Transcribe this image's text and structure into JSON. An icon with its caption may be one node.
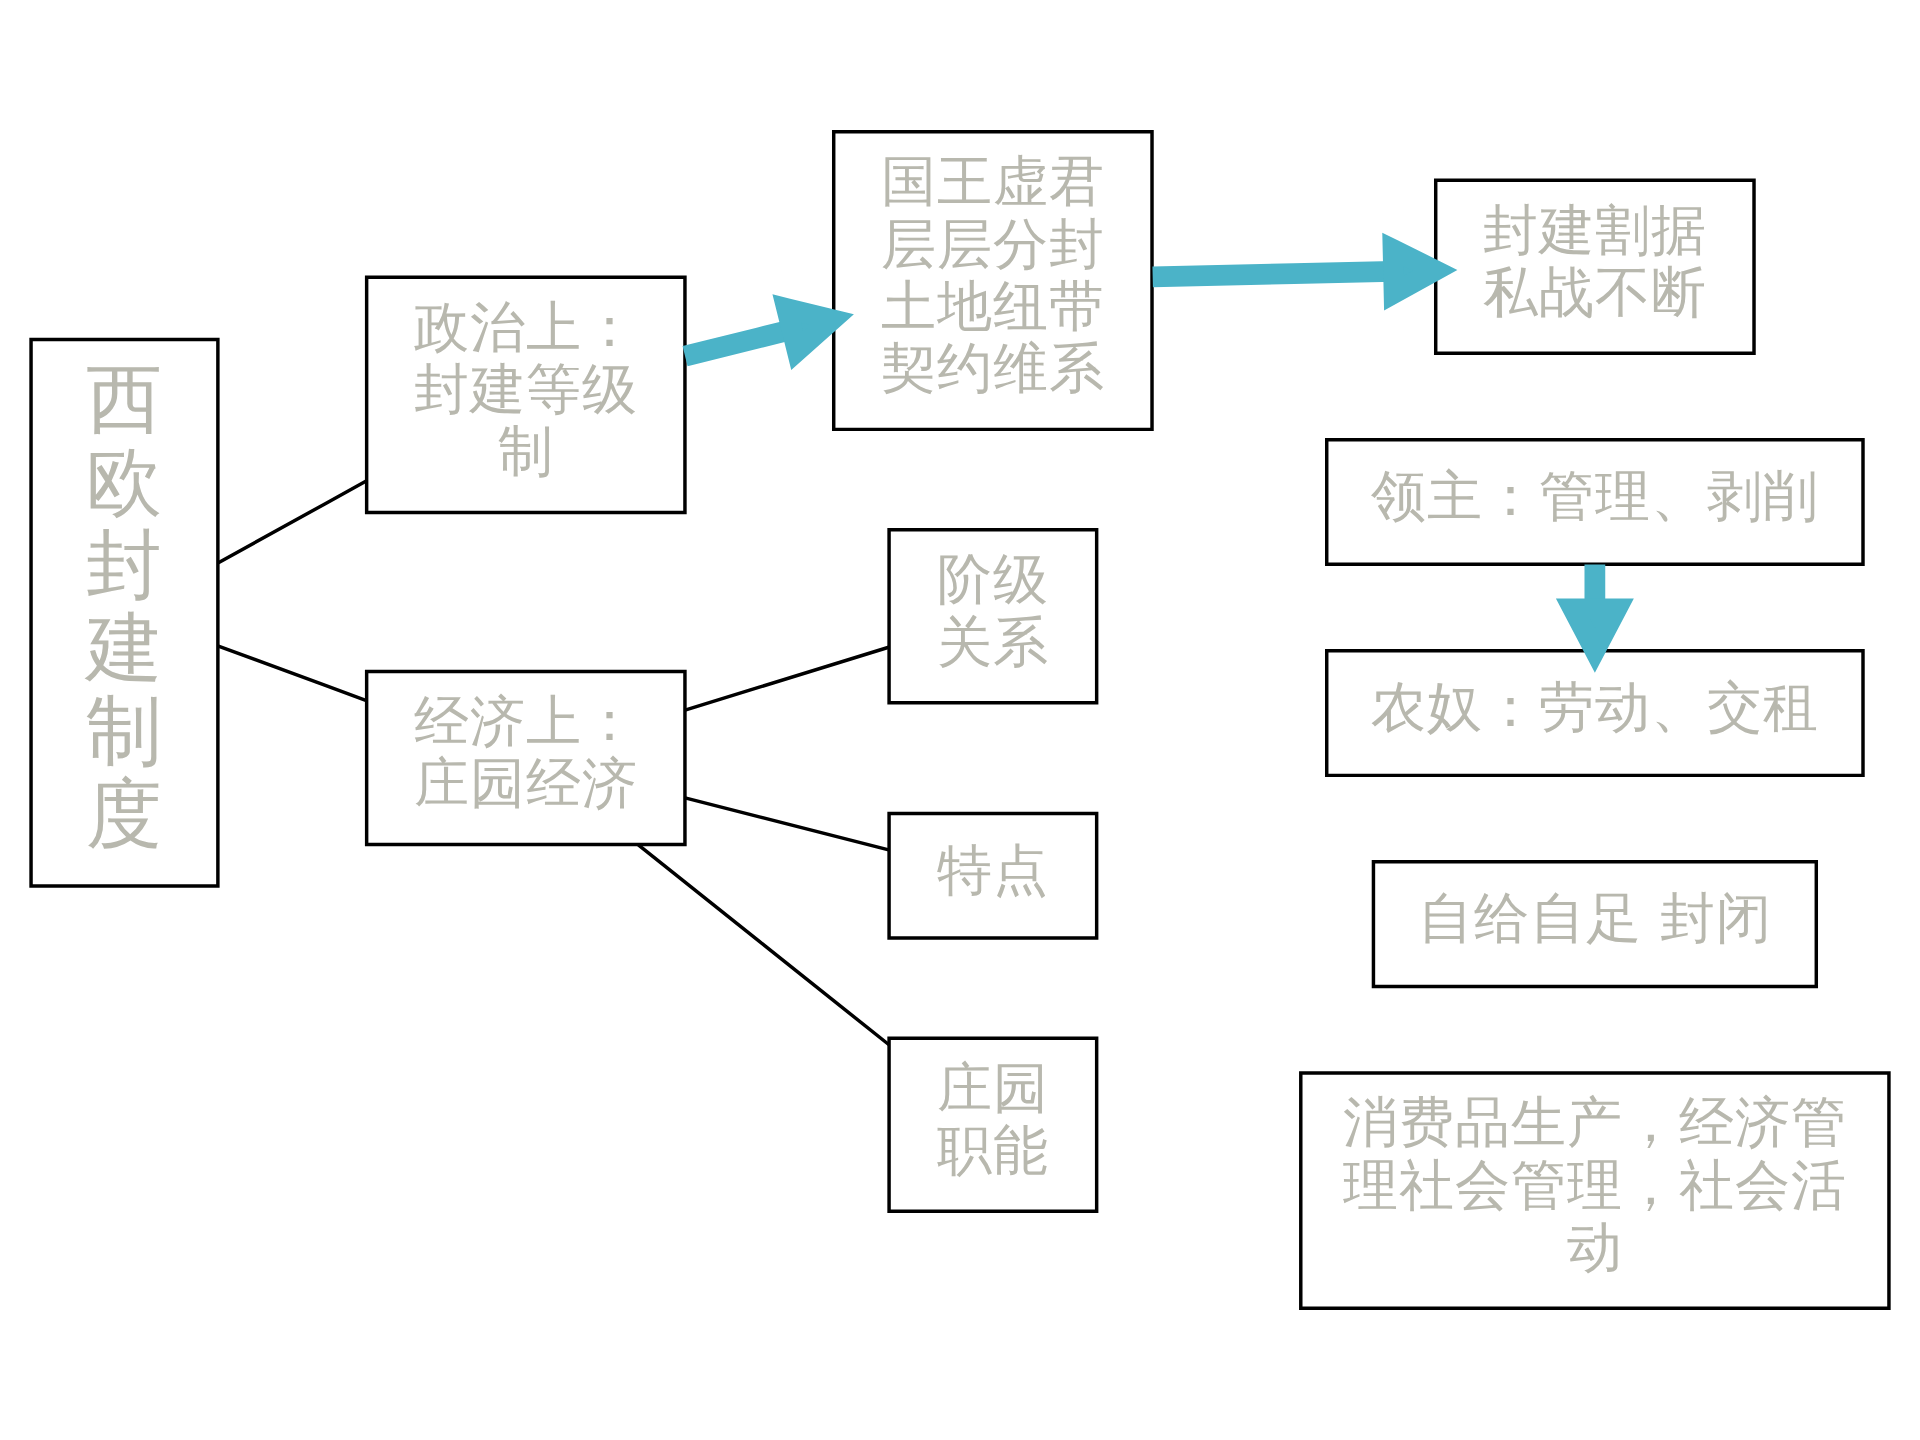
{
  "diagram": {
    "nodes": [
      {
        "text": [
          "西欧封建制度"
        ]
      },
      {
        "text": [
          "政治上：封建等级制"
        ]
      },
      {
        "text": [
          "国王虚君层层分封土地纽带契约维系"
        ]
      },
      {
        "text": [
          "封建割据私战不断"
        ]
      },
      {
        "text": [
          "经济上：庄园经济"
        ]
      },
      {
        "text": [
          "阶级关系"
        ]
      },
      {
        "text": [
          "领主：管理、剥削"
        ]
      },
      {
        "text": [
          "农奴：劳动、交租"
        ]
      },
      {
        "text": [
          "特点"
        ]
      },
      {
        "text": [
          "自给自足 封闭"
        ]
      },
      {
        "text": [
          "庄园职能"
        ]
      },
      {
        "text": [
          "消费品生产，经济管理社会管理，社会活动"
        ]
      }
    ],
    "edges": [
      {
        "from": 0,
        "to": 1,
        "arrow": "none"
      },
      {
        "from": 0,
        "to": 4,
        "arrow": "none"
      },
      {
        "from": 1,
        "to": 2,
        "arrow": "to",
        "style": "thick",
        "color": "#4bb3c8"
      },
      {
        "from": 2,
        "to": 3,
        "arrow": "to",
        "style": "thick",
        "color": "#4bb3c8"
      },
      {
        "from": 4,
        "to": 5,
        "arrow": "none"
      },
      {
        "from": 4,
        "to": 8,
        "arrow": "none"
      },
      {
        "from": 4,
        "to": 10,
        "arrow": "none"
      },
      {
        "from": 6,
        "to": 7,
        "arrow": "to",
        "style": "thick",
        "color": "#4bb3c8"
      }
    ]
  }
}
